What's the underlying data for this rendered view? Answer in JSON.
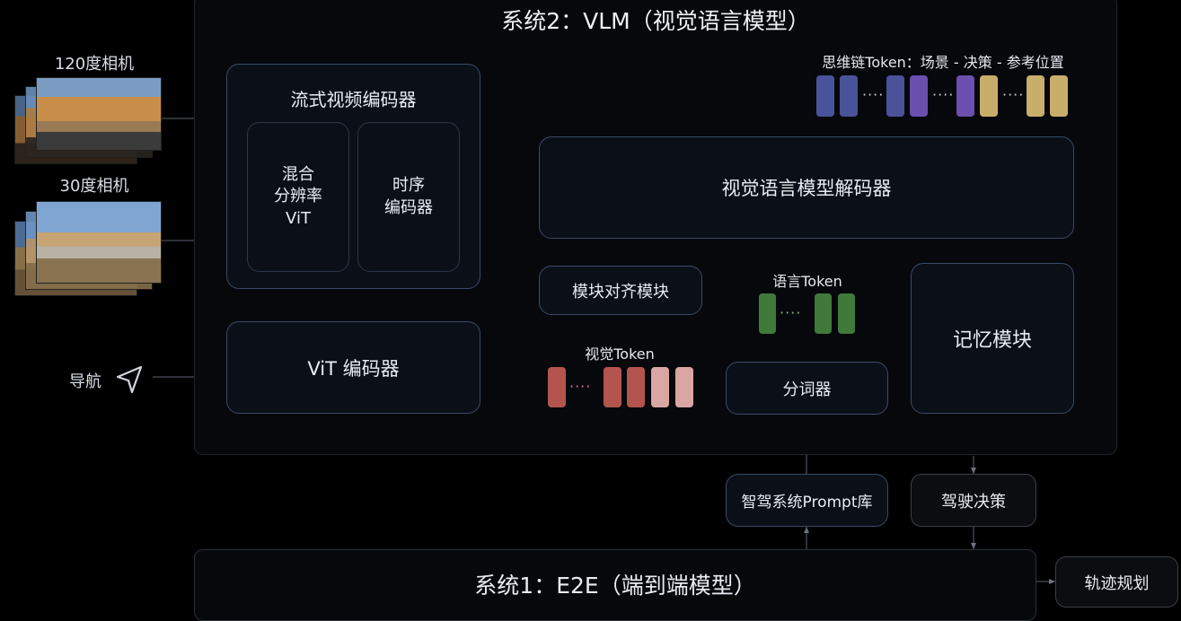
{
  "vlm_title": "系统2：VLM（视觉语言模型）",
  "e2e_title": "系统1：E2E（端到端模型）",
  "inputs": {
    "cam120": "120度相机",
    "cam30": "30度相机",
    "nav": "导航"
  },
  "encoders": {
    "streaming_title": "流式视频编码器",
    "mixed_line1": "混合",
    "mixed_line2": "分辨率",
    "mixed_line3": "ViT",
    "temporal_line1": "时序",
    "temporal_line2": "编码器",
    "vit": "ViT 编码器"
  },
  "blocks": {
    "decoder": "视觉语言模型解码器",
    "align": "模块对齐模块",
    "tokenizer": "分词器",
    "memory": "记忆模块",
    "prompt": "智驾系统Prompt库",
    "decision": "驾驶决策",
    "trajectory": "轨迹规划"
  },
  "tokens": {
    "cot_label": "思维链Token：场景 - 决策 - 参考位置",
    "lang_label": "语言Token",
    "vis_label": "视觉Token"
  },
  "colors": {
    "cot_blue": "#4a5299",
    "cot_purple": "#6a4fae",
    "cot_gold": "#c9ad6a",
    "lang_green": "#3f7a3a",
    "vis_red": "#b4544f",
    "vis_pink": "#d9a6a3"
  }
}
